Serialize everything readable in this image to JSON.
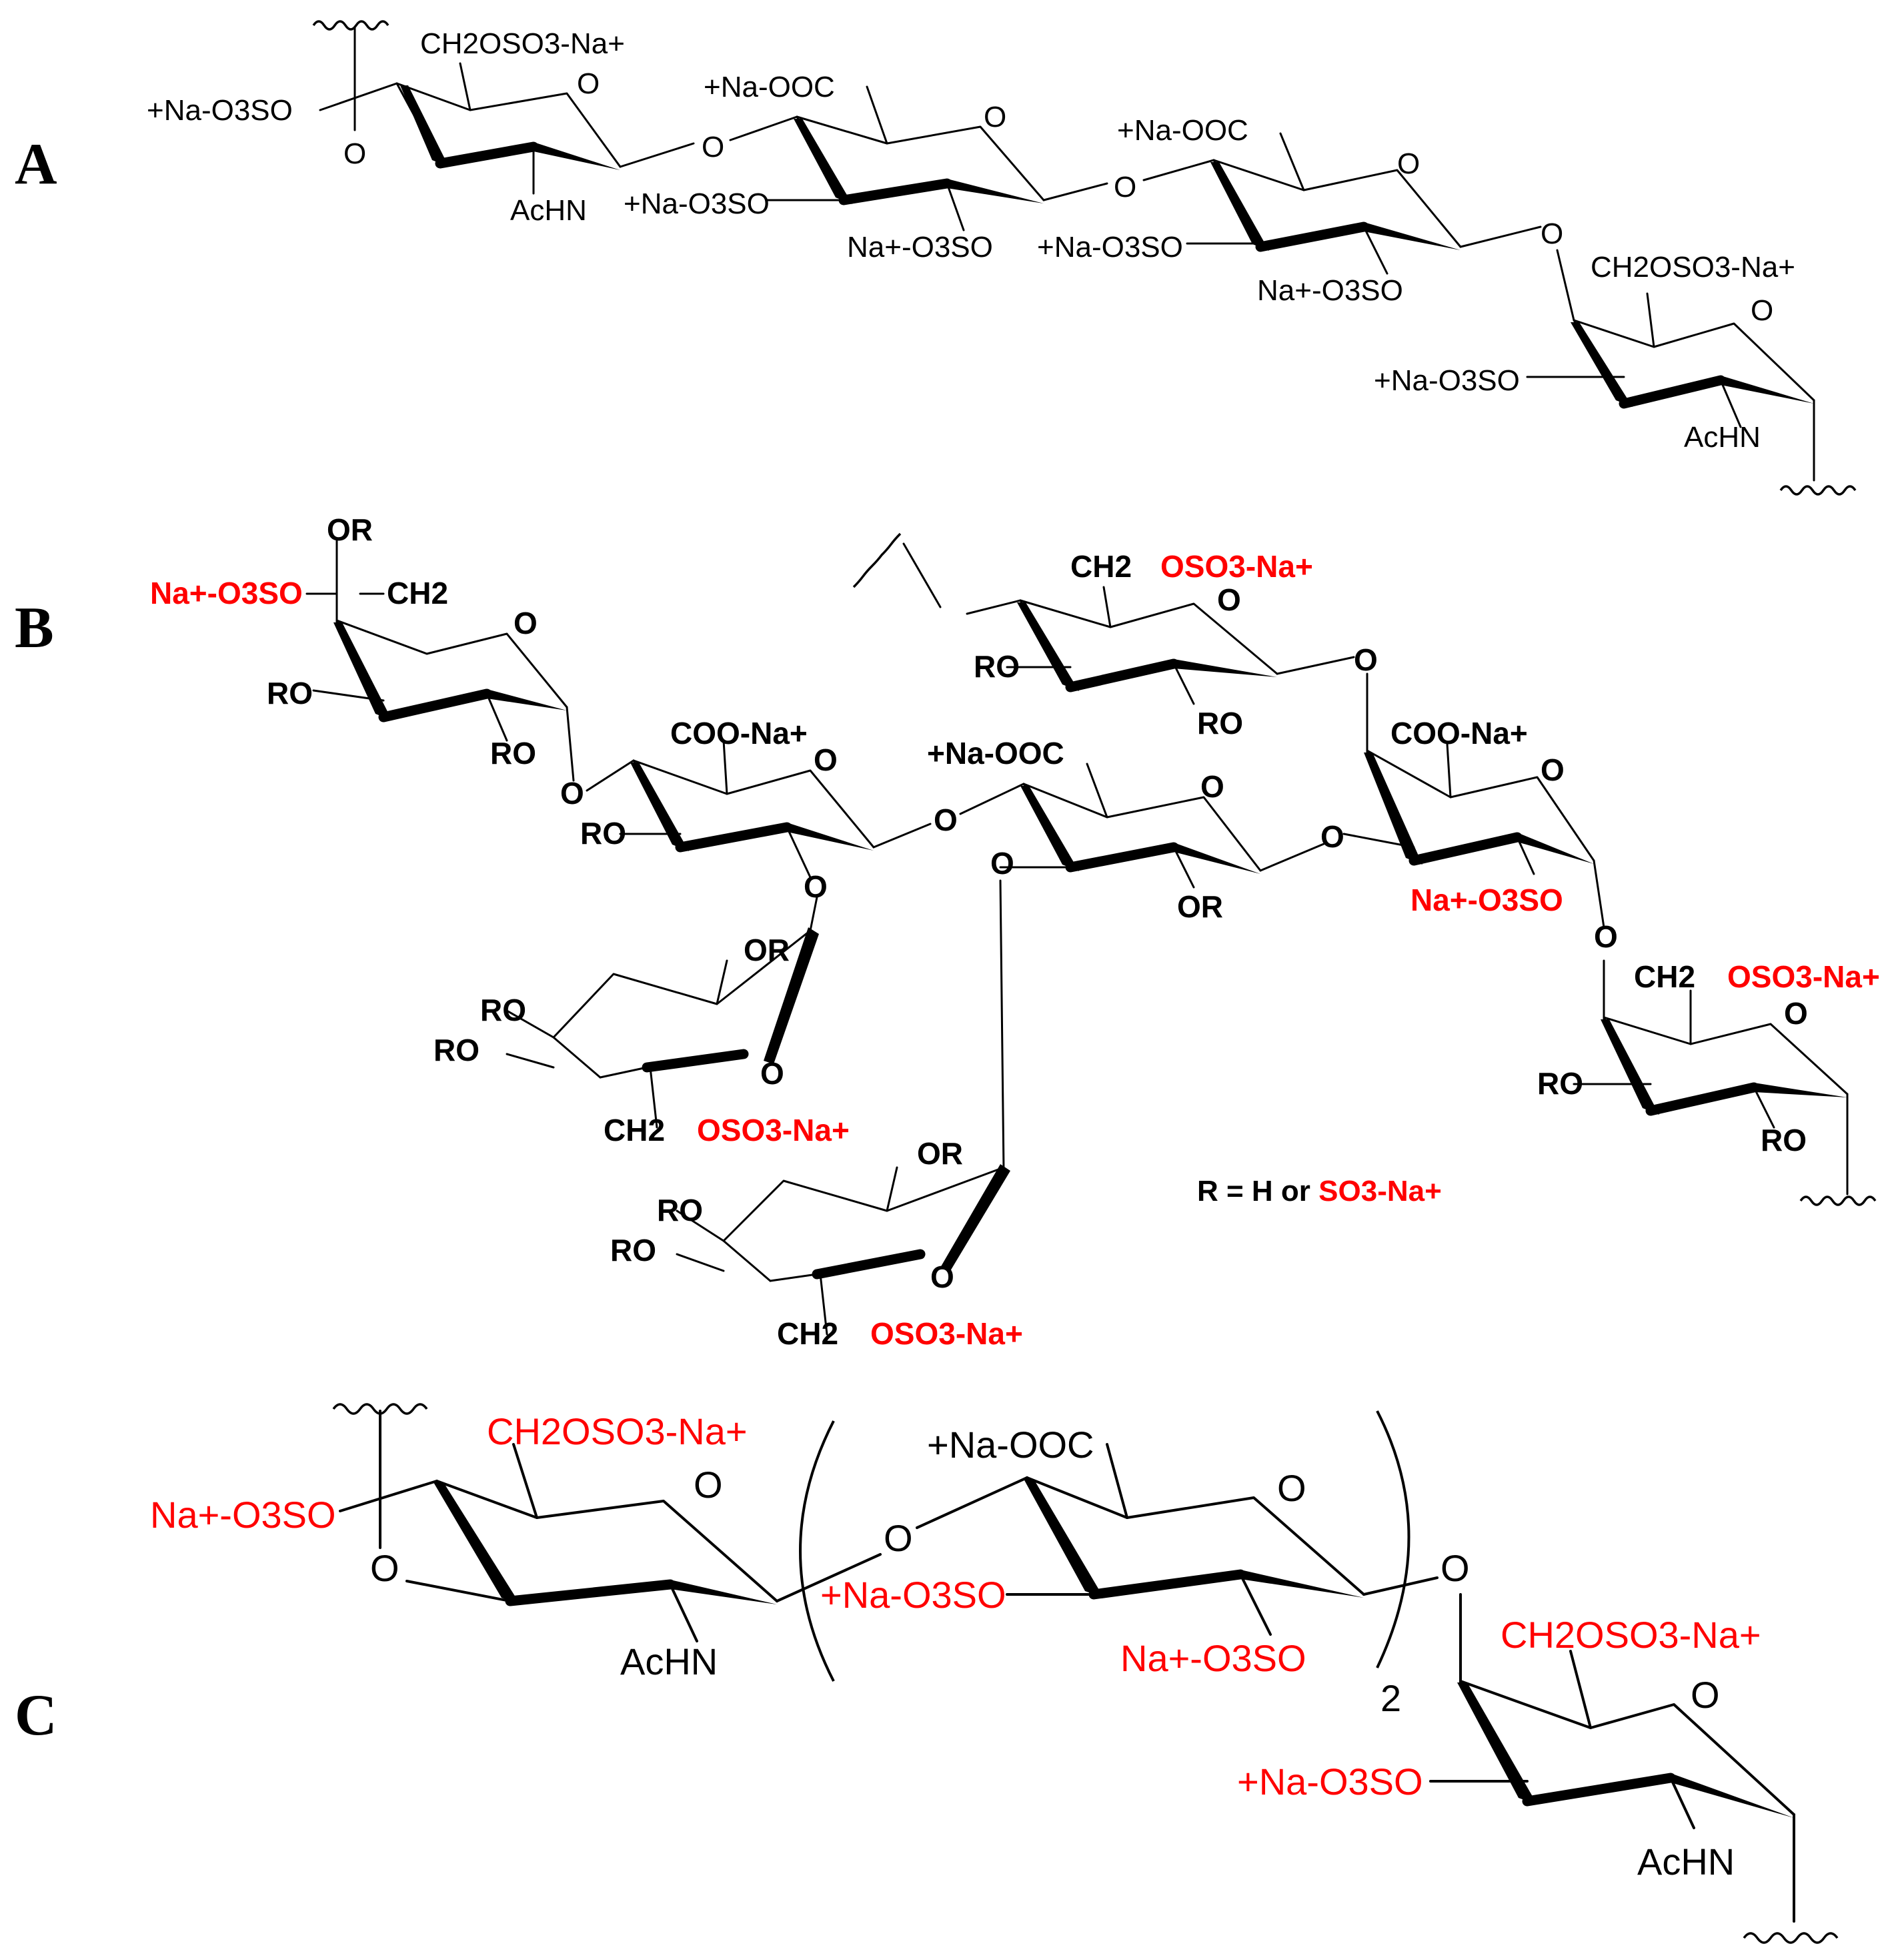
{
  "colors": {
    "text": "#000000",
    "highlight": "#ff0000"
  },
  "panels": {
    "A": {
      "label": "A",
      "texts": {
        "ch2oso3_1": "CH2OSO3-Na+",
        "o_ring1": "O",
        "nao3so_left": "+Na-O3SO",
        "o_bridge_left": "O",
        "achn_1": "AcHN",
        "naooc_2": "+Na-OOC",
        "o_ring2": "O",
        "o_link_12": "O",
        "nao3so_2": "+Na-O3SO",
        "nao3so_2b": "Na+-O3SO",
        "naooc_3": "+Na-OOC",
        "o_ring3": "O",
        "o_link_23": "O",
        "nao3so_3": "+Na-O3SO",
        "nao3so_3b": "Na+-O3SO",
        "o_link_34": "O",
        "ch2oso3_4": "CH2OSO3-Na+",
        "o_ring4": "O",
        "nao3so_4": "+Na-O3SO",
        "achn_4": "AcHN"
      }
    },
    "B": {
      "label": "B",
      "texts": {
        "or_top": "OR",
        "nao3so_top": "Na+-O3SO",
        "ch2_top": "CH2",
        "o_ring_tl": "O",
        "ro_tl": "RO",
        "ro_tl2": "RO",
        "o_link_tl": "O",
        "coona_2": "COO-Na+",
        "o_ring_2": "O",
        "ro_2": "RO",
        "o_link_2a": "O",
        "o_link_2b": "O",
        "naooc_3": "+Na-OOC",
        "o_ring_3": "O",
        "o_link_3": "O",
        "or_3": "OR",
        "o_link_3b": "O",
        "ch2_tr": "CH2",
        "oso3na_tr": "OSO3-Na+",
        "o_ring_tr": "O",
        "ro_tr": "RO",
        "ro_tr2": "RO",
        "o_link_tr": "O",
        "coona_4": "COO-Na+",
        "o_ring_4": "O",
        "nao3so_4": "Na+-O3SO",
        "o_link_4": "O",
        "ch2_r": "CH2",
        "oso3na_r": "OSO3-Na+",
        "o_ring_r": "O",
        "ro_r": "RO",
        "ro_r2": "RO",
        "or_bl1": "OR",
        "ro_bl1": "RO",
        "ro_bl1b": "RO",
        "o_ring_bl1": "O",
        "ch2_bl1": "CH2",
        "oso3na_bl1": "OSO3-Na+",
        "or_bl2": "OR",
        "ro_bl2": "RO",
        "ro_bl2b": "RO",
        "o_ring_bl2": "O",
        "ch2_bl2": "CH2",
        "oso3na_bl2": "OSO3-Na+",
        "r_def_prefix": "R = H or ",
        "r_def_red": "SO3-Na+"
      }
    },
    "C": {
      "label": "C",
      "subscript_n": "2",
      "texts": {
        "ch2oso3_1": "CH2OSO3-Na+",
        "o_ring1": "O",
        "nao3so_left": "Na+-O3SO",
        "o_bridge": "O",
        "achn_1": "AcHN",
        "naooc_2": "+Na-OOC",
        "o_ring2": "O",
        "o_link_12": "O",
        "nao3so_2": "+Na-O3SO",
        "nao3so_2b": "Na+-O3SO",
        "o_link_23": "O",
        "ch2oso3_3": "CH2OSO3-Na+",
        "o_ring3": "O",
        "nao3so_3": "+Na-O3SO",
        "achn_3": "AcHN"
      }
    }
  }
}
